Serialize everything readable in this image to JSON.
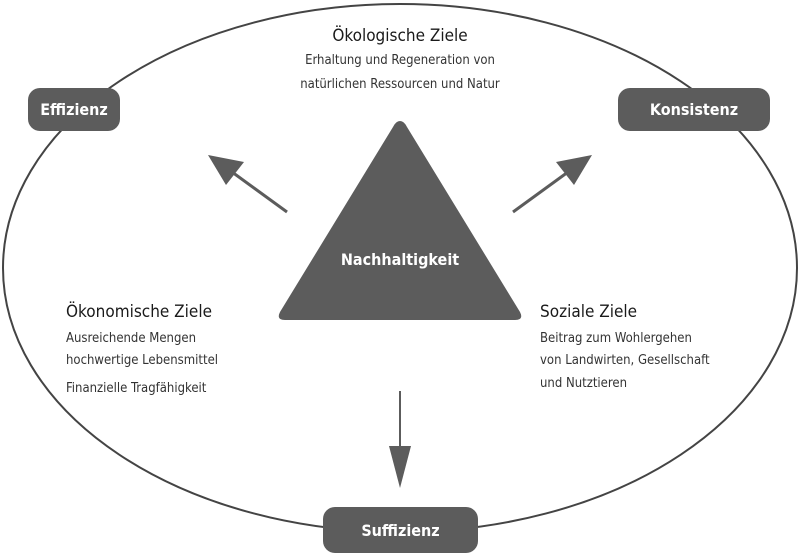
{
  "center": {
    "label": "Nachhaltigkeit"
  },
  "strategies": {
    "top_left": "Effizienz",
    "top_right": "Konsistenz",
    "bottom": "Suffizienz"
  },
  "ecological": {
    "title": "Ökologische Ziele",
    "lines": [
      "Erhaltung und Regeneration von",
      "natürlichen Ressourcen und Natur"
    ]
  },
  "economic": {
    "title": "Ökonomische Ziele",
    "lines": [
      "Ausreichende Mengen",
      "hochwertige Lebensmittel",
      "Finanzielle Tragfähigkeit"
    ]
  },
  "social": {
    "title": "Soziale Ziele",
    "lines": [
      "Beitrag zum Wohlergehen",
      "von Landwirten, Gesellschaft",
      "und Nutztieren"
    ]
  },
  "colors": {
    "shape": "#5c5c5c",
    "line": "#444444"
  }
}
